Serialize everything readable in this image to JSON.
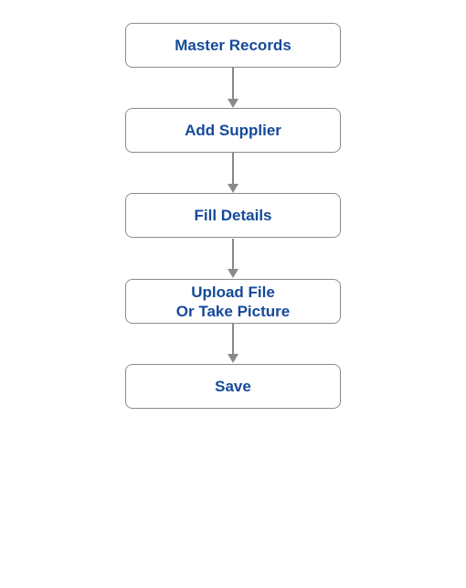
{
  "diagram": {
    "steps": [
      {
        "label": "Master Records"
      },
      {
        "label": "Add Supplier"
      },
      {
        "label": "Fill Details"
      },
      {
        "label": "Upload File\nOr Take Picture"
      },
      {
        "label": "Save"
      }
    ],
    "colors": {
      "text": "#154a9a",
      "border": "#8c8c8c",
      "arrow": "#8a8a8a"
    }
  }
}
